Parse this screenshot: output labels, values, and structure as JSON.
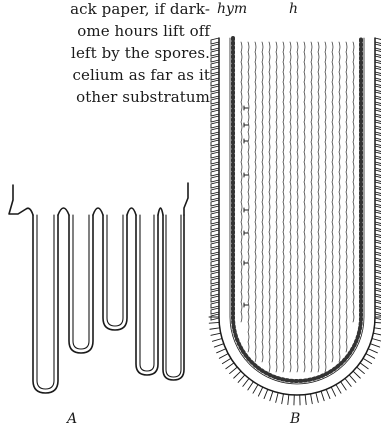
{
  "text_lines": [
    "ack paper, if dark-",
    "ome hours lift off",
    "left by the spores.",
    "celium as far as it",
    "other substratum"
  ],
  "labels": {
    "hym": "hym",
    "h": "h",
    "a": "A",
    "b": "B"
  }
}
